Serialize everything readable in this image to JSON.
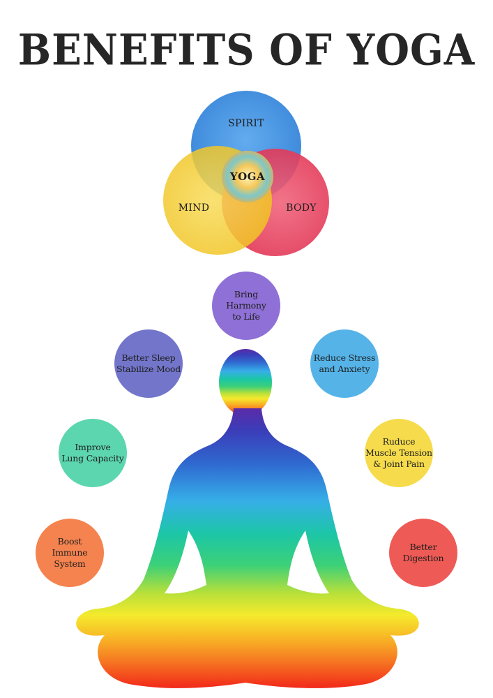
{
  "title": "BENEFITS OF YOGA",
  "venn": {
    "spirit": "SPIRIT",
    "mind": "MIND",
    "body": "BODY",
    "center": "YOGA",
    "colors": {
      "spirit": "#3d8fe0",
      "mind": "#f2cc2c",
      "body": "#e63f5c"
    }
  },
  "benefits": [
    {
      "id": "harmony",
      "text": "Bring\nHarmony\nto Life",
      "color": "#8b6bd4"
    },
    {
      "id": "sleep",
      "text": "Better Sleep\nStabilize Mood",
      "color": "#6e73c8"
    },
    {
      "id": "stress",
      "text": "Reduce Stress\nand Anxiety",
      "color": "#4aaee6"
    },
    {
      "id": "lung",
      "text": "Improve\nLung Capacity",
      "color": "#4fd4a8"
    },
    {
      "id": "muscle",
      "text": "Ruduce\nMuscle Tension\n& Joint Pain",
      "color": "#f4d840"
    },
    {
      "id": "immune",
      "text": "Boost\nImmune\nSystem",
      "color": "#f57a4a"
    },
    {
      "id": "digestion",
      "text": "Better\nDigestion",
      "color": "#ee5050"
    }
  ],
  "figure_colors": [
    "#5a2ba8",
    "#2f59c4",
    "#36a8ea",
    "#1fc29a",
    "#7ad64a",
    "#f5ea2c",
    "#f7a624",
    "#f5461e"
  ]
}
